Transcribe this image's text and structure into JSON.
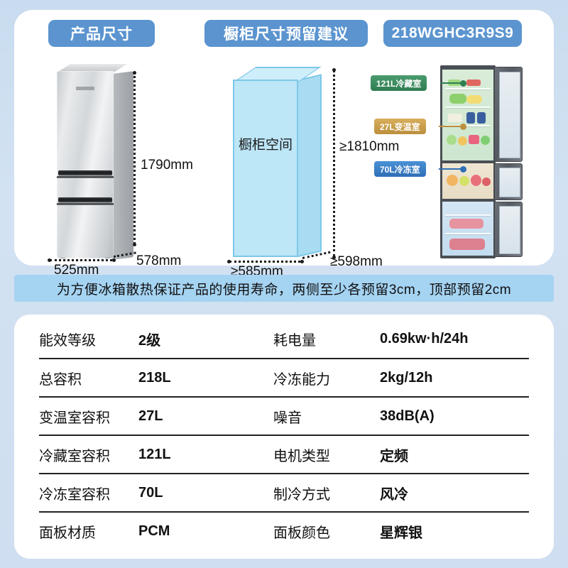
{
  "headers": {
    "product_size": "产品尺寸",
    "cabinet_reserve": "橱柜尺寸预留建议",
    "model": "218WGHC3R9S9"
  },
  "product_dimensions": {
    "height": "1790mm",
    "width": "525mm",
    "depth": "578mm"
  },
  "cabinet": {
    "label": "橱柜空间",
    "height": "≥1810mm",
    "width": "≥585mm",
    "depth": "≥598mm"
  },
  "compartments": [
    {
      "label": "121L冷藏室",
      "color": "#2f7d52"
    },
    {
      "label": "27L变温室",
      "color": "#bb8f3c"
    },
    {
      "label": "70L冷冻室",
      "color": "#2f6fb5"
    }
  ],
  "notice": "为方便冰箱散热保证产品的使用寿命，两侧至少各预留3cm，顶部预留2cm",
  "spec_table": {
    "rows": [
      {
        "k1": "能效等级",
        "v1": "2级",
        "k2": "耗电量",
        "v2": "0.69kw·h/24h"
      },
      {
        "k1": "总容积",
        "v1": "218L",
        "k2": "冷冻能力",
        "v2": "2kg/12h"
      },
      {
        "k1": "变温室容积",
        "v1": "27L",
        "k2": "噪音",
        "v2": "38dB(A)"
      },
      {
        "k1": "冷藏室容积",
        "v1": "121L",
        "k2": "电机类型",
        "v2": "定频"
      },
      {
        "k1": "冷冻室容积",
        "v1": "70L",
        "k2": "制冷方式",
        "v2": "风冷"
      },
      {
        "k1": "面板材质",
        "v1": "PCM",
        "k2": "面板颜色",
        "v2": "星辉银"
      }
    ]
  },
  "colors": {
    "background": "#cfdff0",
    "badge_blue": "#5b94cf",
    "notice_blue": "#a5d3f2",
    "card_white": "#ffffff"
  }
}
